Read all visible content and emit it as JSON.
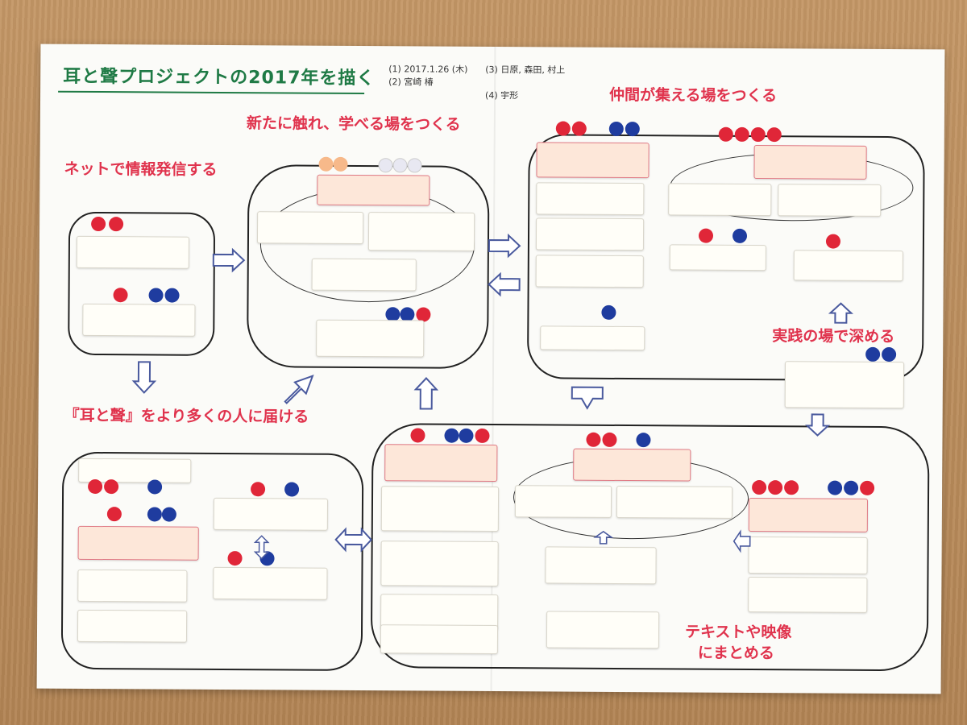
{
  "title": "耳と聲プロジェクトの2017年を描く",
  "meta": {
    "line1": "(1) 2017.1.26 (木)",
    "line2": "(2) 宮崎 椿",
    "line3": "(3) 日原, 森田, 村上",
    "line4": "(4) 宇形"
  },
  "sections": {
    "net": {
      "heading": "ネットで情報発信する"
    },
    "new": {
      "heading": "新たに触れ、学べる場をつくる"
    },
    "nakama": {
      "heading": "仲間が集える場をつくる"
    },
    "jissen": {
      "heading": "実践の場で深める"
    },
    "todokeru": {
      "heading": "『耳と聲』をより多くの人に届ける"
    },
    "text_video": {
      "heading_line1": "テキストや映像",
      "heading_line2": "にまとめる"
    }
  },
  "colors": {
    "title": "#1f7a45",
    "heading_red": "#e0334d",
    "dot_red": "#e02638",
    "dot_blue": "#1f3c9f",
    "arrow_blue": "#4a5a9e"
  }
}
